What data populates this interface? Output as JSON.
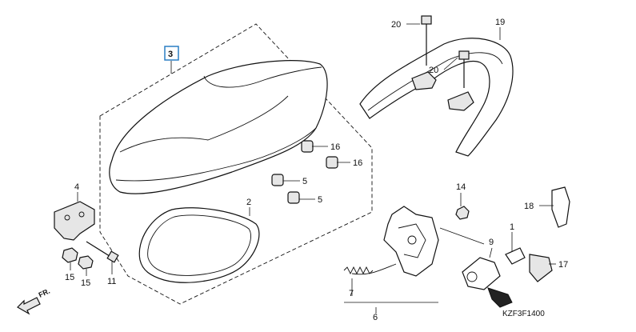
{
  "diagram": {
    "callouts": {
      "p1": "1",
      "p2": "2",
      "p3": "3",
      "p4": "4",
      "p5a": "5",
      "p5b": "5",
      "p6": "6",
      "p7": "7",
      "p9": "9",
      "p11": "11",
      "p14": "14",
      "p15a": "15",
      "p15b": "15",
      "p16a": "16",
      "p16b": "16",
      "p17": "17",
      "p18": "18",
      "p19": "19",
      "p20a": "20",
      "p20b": "20"
    },
    "front_label": "FR.",
    "diagram_code": "KZF3F1400",
    "highlight_color": "#2a7fc4"
  }
}
